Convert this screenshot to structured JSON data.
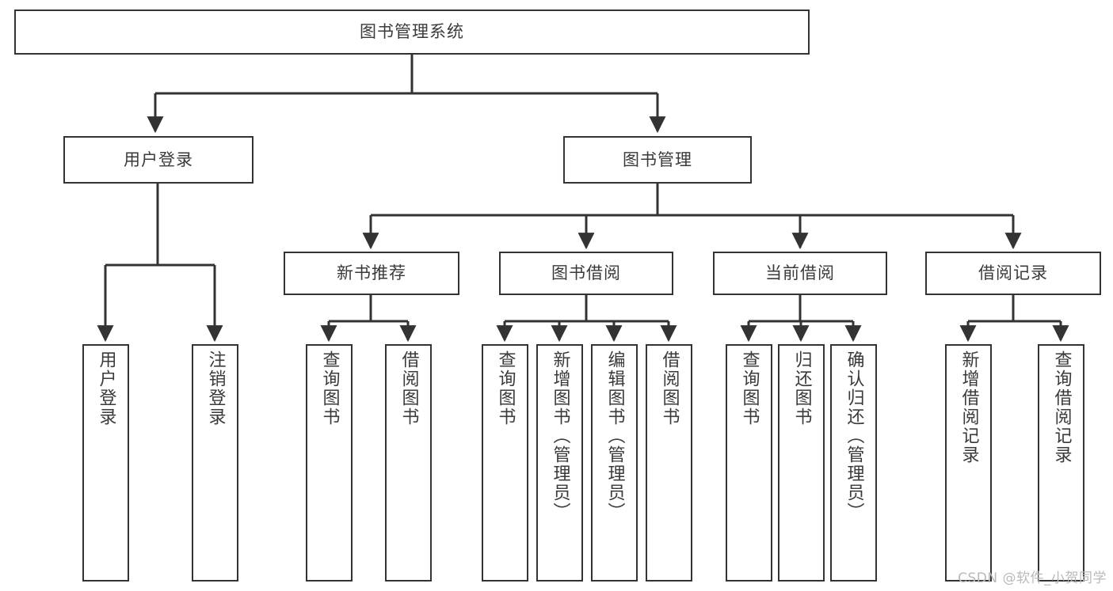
{
  "diagram": {
    "title": "图书管理系统",
    "type": "tree-hierarchy",
    "watermark": "CSDN @软件_小贺同学",
    "colors": {
      "box_border": "#333333",
      "box_fill": "#ffffff",
      "text": "#3a3a3a",
      "edge": "#333333",
      "watermark": "#b9b9b9",
      "background": "#ffffff"
    },
    "levels": {
      "root": {
        "label": "图书管理系统"
      },
      "level2": [
        {
          "id": "user-login",
          "label": "用户登录"
        },
        {
          "id": "book-management",
          "label": "图书管理"
        }
      ],
      "level3": [
        {
          "id": "new-book-recommend",
          "label": "新书推荐",
          "parent": "book-management"
        },
        {
          "id": "book-borrow",
          "label": "图书借阅",
          "parent": "book-management"
        },
        {
          "id": "current-borrow",
          "label": "当前借阅",
          "parent": "book-management"
        },
        {
          "id": "borrow-record",
          "label": "借阅记录",
          "parent": "book-management"
        }
      ],
      "leaves": [
        {
          "id": "leaf-user-login",
          "label": "用户登录",
          "parent": "user-login"
        },
        {
          "id": "leaf-logout-login",
          "label": "注销登录",
          "parent": "user-login"
        },
        {
          "id": "leaf-query-book-rec",
          "label": "查询图书",
          "parent": "new-book-recommend"
        },
        {
          "id": "leaf-borrow-book-rec",
          "label": "借阅图书",
          "parent": "new-book-recommend"
        },
        {
          "id": "leaf-query-book-borrow",
          "label": "查询图书",
          "parent": "book-borrow"
        },
        {
          "id": "leaf-add-book",
          "label": "新增图书（管理员）",
          "parent": "book-borrow"
        },
        {
          "id": "leaf-edit-book",
          "label": "编辑图书（管理员）",
          "parent": "book-borrow"
        },
        {
          "id": "leaf-borrow-book",
          "label": "借阅图书",
          "parent": "book-borrow"
        },
        {
          "id": "leaf-query-book-cur",
          "label": "查询图书",
          "parent": "current-borrow"
        },
        {
          "id": "leaf-return-book",
          "label": "归还图书",
          "parent": "current-borrow"
        },
        {
          "id": "leaf-confirm-return",
          "label": "确认归还（管理员）",
          "parent": "current-borrow"
        },
        {
          "id": "leaf-add-record",
          "label": "新增借阅记录",
          "parent": "borrow-record"
        },
        {
          "id": "leaf-query-record",
          "label": "查询借阅记录",
          "parent": "borrow-record"
        }
      ]
    }
  }
}
